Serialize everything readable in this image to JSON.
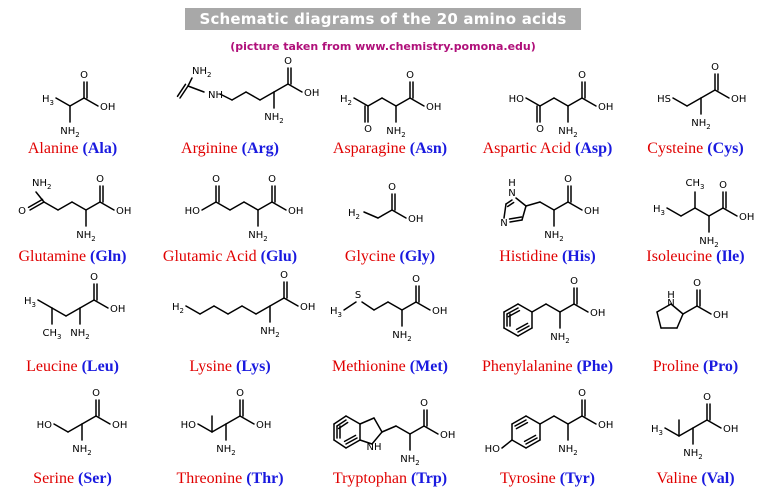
{
  "header": {
    "title": "Schematic diagrams of the 20 amino acids",
    "subtitle": "(picture taken from www.chemistry.pomona.edu)"
  },
  "colors": {
    "name": "#e00000",
    "code": "#1a1adf",
    "subtitle": "#b0107a",
    "banner": "#a8a8a8"
  },
  "atoms": {
    "O": "O",
    "OH": "OH",
    "HO": "HO",
    "N": "N",
    "H": "H",
    "NH2": "NH",
    "H2N": "H",
    "H3C": "H",
    "C": "C",
    "S": "S",
    "HS": "HS",
    "CH3": "CH",
    "NH": "NH",
    "sub2": "2",
    "sub3": "3"
  },
  "amino_acids": [
    {
      "name": "Alanine",
      "code": "(Ala)"
    },
    {
      "name": "Arginine",
      "code": "(Arg)"
    },
    {
      "name": "Asparagine",
      "code": "(Asn)"
    },
    {
      "name": "Aspartic Acid",
      "code": "(Asp)"
    },
    {
      "name": "Cysteine",
      "code": "(Cys)"
    },
    {
      "name": "Glutamine",
      "code": "(Gln)"
    },
    {
      "name": "Glutamic Acid",
      "code": "(Glu)"
    },
    {
      "name": "Glycine",
      "code": "(Gly)"
    },
    {
      "name": "Histidine",
      "code": "(His)"
    },
    {
      "name": "Isoleucine",
      "code": "(Ile)"
    },
    {
      "name": "Leucine",
      "code": "(Leu)"
    },
    {
      "name": "Lysine",
      "code": "(Lys)"
    },
    {
      "name": "Methionine",
      "code": "(Met)"
    },
    {
      "name": "Phenylalanine",
      "code": "(Phe)"
    },
    {
      "name": "Proline",
      "code": "(Pro)"
    },
    {
      "name": "Serine",
      "code": "(Ser)"
    },
    {
      "name": "Threonine",
      "code": "(Thr)"
    },
    {
      "name": "Tryptophan",
      "code": "(Trp)"
    },
    {
      "name": "Tyrosine",
      "code": "(Tyr)"
    },
    {
      "name": "Valine",
      "code": "(Val)"
    }
  ]
}
